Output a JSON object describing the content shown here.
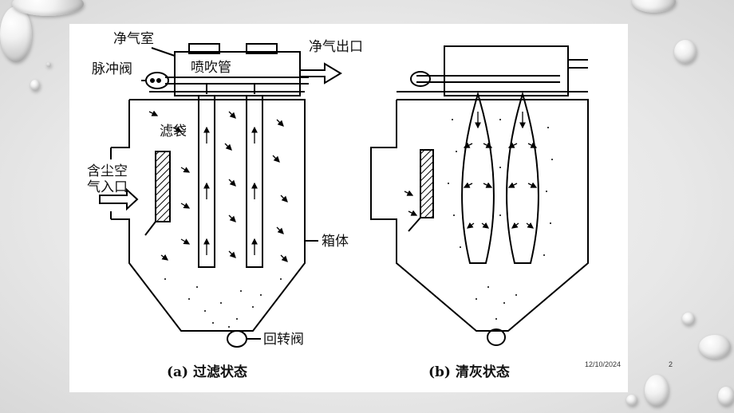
{
  "diagram": {
    "labels": {
      "clean_chamber": "净气室",
      "pulse_valve": "脉冲阀",
      "blow_pipe": "喷吹管",
      "clean_outlet": "净气出口",
      "filter_bag": "滤袋",
      "dusty_inlet_line1": "含尘空",
      "dusty_inlet_line2": "气入口",
      "housing": "箱体",
      "rotary_valve": "回转阀"
    },
    "captions": {
      "a": "(a)  过滤状态",
      "b": "(b)  清灰状态"
    }
  },
  "footer": {
    "date": "12/10/2024",
    "page_number": "2"
  }
}
